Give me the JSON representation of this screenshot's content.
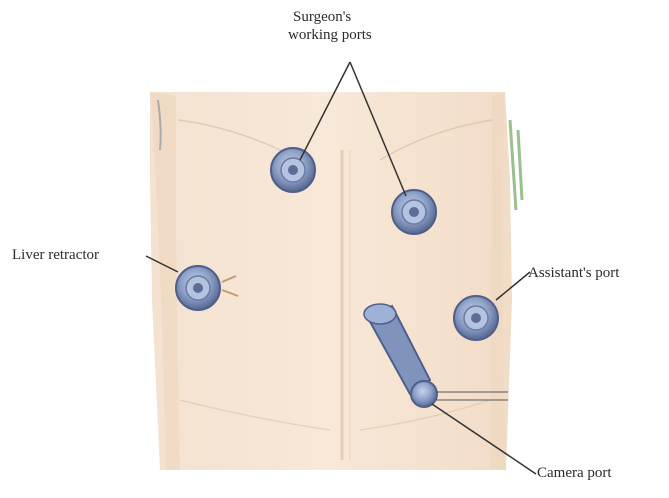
{
  "labels": {
    "surgeons_line1": "Surgeon's",
    "surgeons_line2": "working ports",
    "liver_retractor": "Liver retractor",
    "assistants_port": "Assistant's port",
    "camera_port": "Camera port"
  },
  "colors": {
    "skin": "#f6e3cf",
    "skin_shadow": "#e9cfb4",
    "port_blue": "#8aa0c8",
    "port_dark": "#4f5f8a",
    "leader_line": "#333333",
    "text": "#2b2b2b"
  },
  "icons": {
    "port": "trocar-port-icon"
  }
}
